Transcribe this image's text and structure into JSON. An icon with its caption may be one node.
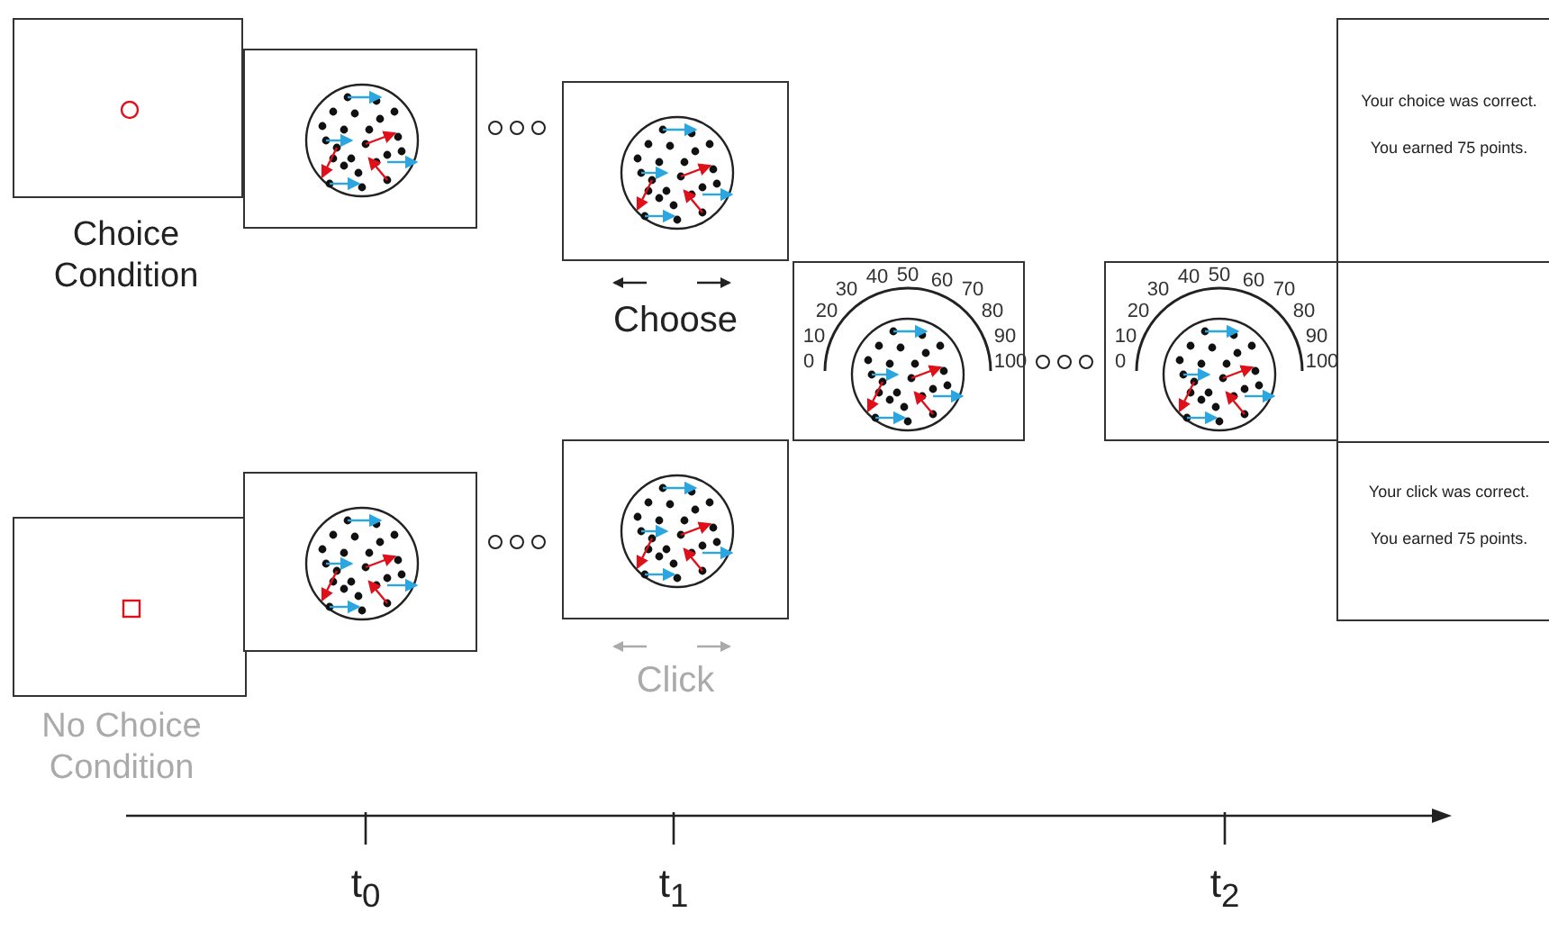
{
  "diagram": {
    "nodes": [
      {
        "text": [],
        "shape": "box"
      },
      {
        "text": [],
        "shape": "box"
      },
      {
        "text": [],
        "shape": "box"
      },
      {
        "text": [
          "0",
          "10",
          "20",
          "30",
          "40",
          "50",
          "60",
          "70",
          "80",
          "90",
          "100"
        ]
      },
      {
        "text": [
          "0",
          "10",
          "20",
          "30",
          "40",
          "50",
          "60",
          "70",
          "80",
          "90",
          "100"
        ]
      },
      {
        "text": [
          "Your choice was correct.",
          "You earned 75 points."
        ]
      },
      {
        "text": [],
        "shape": "box"
      },
      {
        "text": [],
        "shape": "box"
      },
      {
        "text": [],
        "shape": "box"
      },
      {
        "text": [
          "Your click was correct.",
          "You earned 75 points."
        ]
      }
    ],
    "labels": [
      "Choice Condition",
      "Choose",
      "Click",
      "No Choice Condition",
      "t$_{0}$",
      "t$_{1}$",
      "t$_{2}$"
    ]
  }
}
